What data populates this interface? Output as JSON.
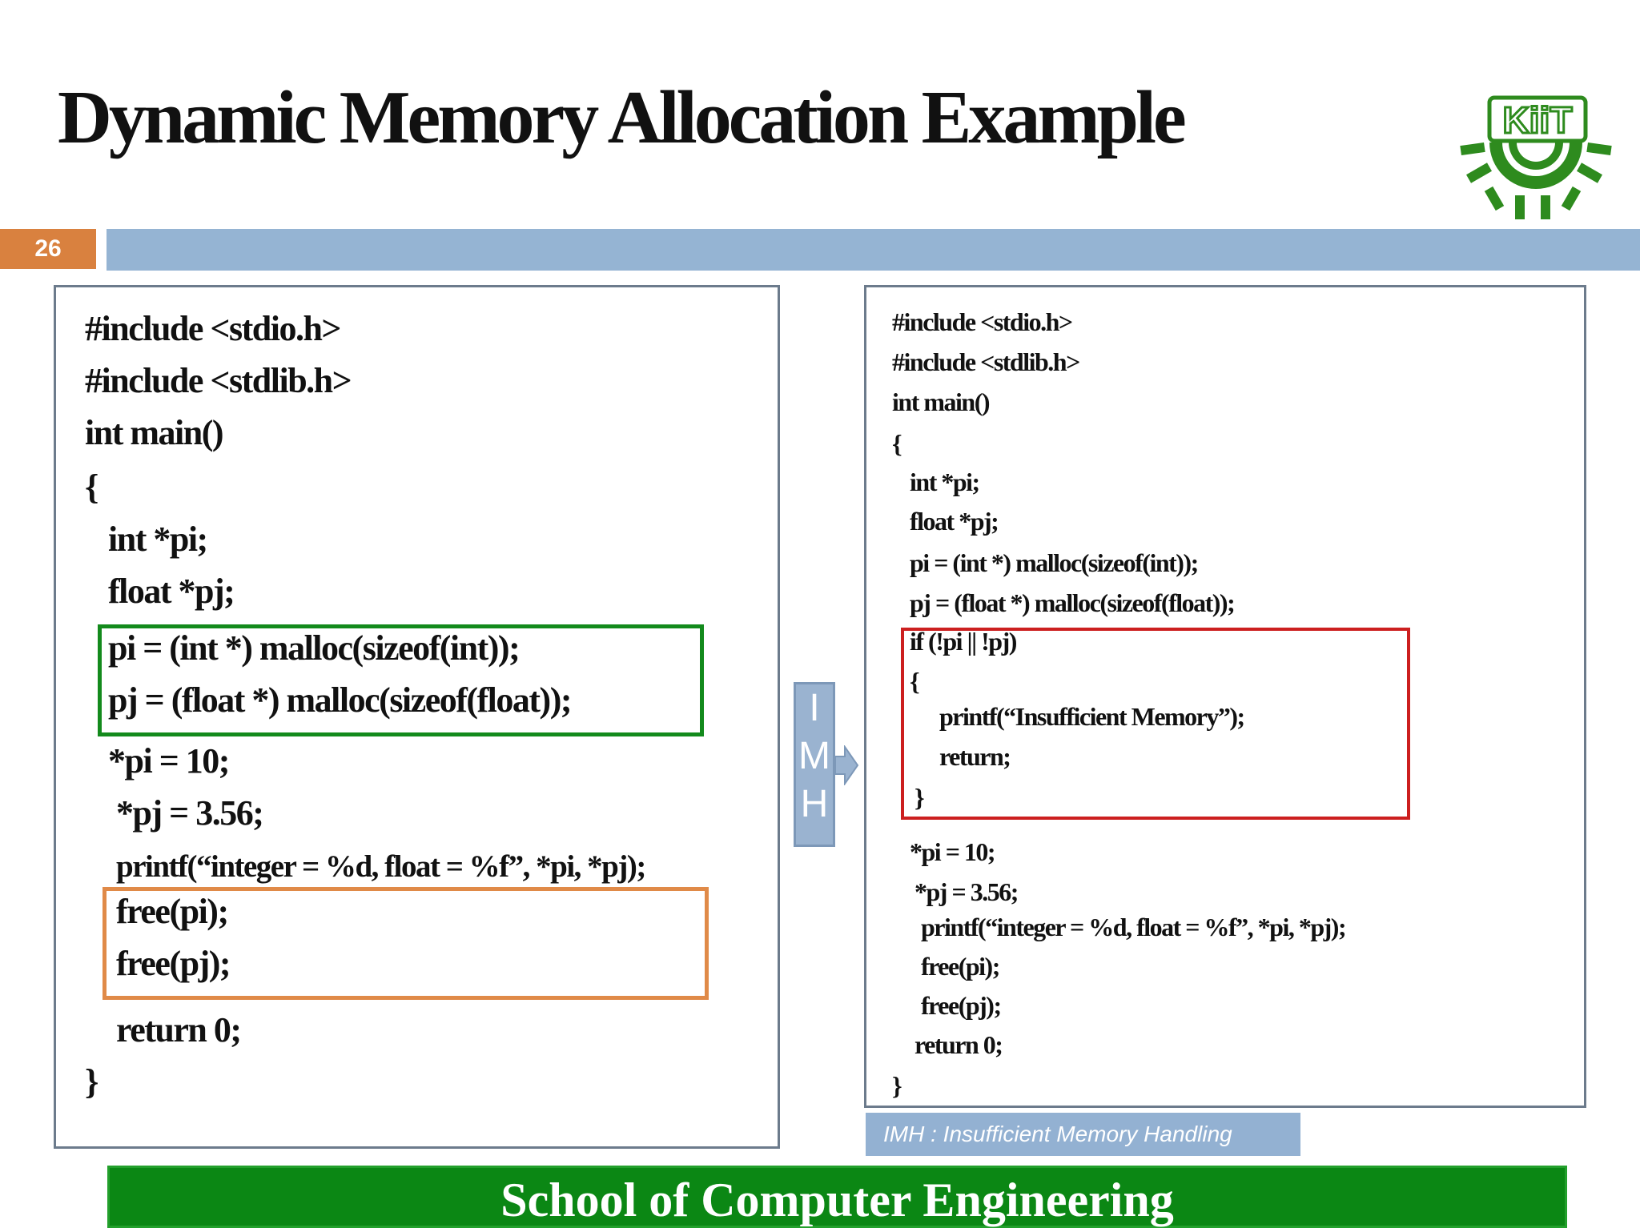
{
  "slide": {
    "title": "Dynamic Memory Allocation  Example",
    "number": "26",
    "logo_text": "KiiT",
    "footer": "School of Computer Engineering",
    "colors": {
      "accent_bar": "#95b4d3",
      "slide_number": "#d9813f",
      "footer": "#0b8714"
    }
  },
  "left_code": [
    "#include <stdio.h>",
    "#include <stdlib.h>",
    "int main()",
    "{",
    "int *pi;",
    "float *pj;",
    "pi = (int *) malloc(sizeof(int));",
    "pj = (float *) malloc(sizeof(float));",
    "*pi = 10;",
    "*pj = 3.56;",
    "printf(“integer = %d, float = %f”, *pi, *pj);",
    "free(pi);",
    "free(pj);",
    "return 0;",
    "}"
  ],
  "right_code": [
    "#include <stdio.h>",
    "#include <stdlib.h>",
    "int main()",
    "{",
    "int *pi;",
    "float *pj;",
    "pi = (int *) malloc(sizeof(int));",
    "pj = (float *) malloc(sizeof(float));",
    "if (!pi || !pj)",
    "{",
    "printf(“Insufficient Memory”);",
    "return;",
    "}",
    "*pi = 10;",
    "*pj = 3.56;",
    "printf(“integer = %d, float = %f”, *pi, *pj);",
    "free(pi);",
    "free(pj);",
    "return 0;",
    "}"
  ],
  "imh": {
    "letters": [
      "I",
      "M",
      "H"
    ]
  },
  "footnote": "IMH : Insufficient Memory  Handling"
}
